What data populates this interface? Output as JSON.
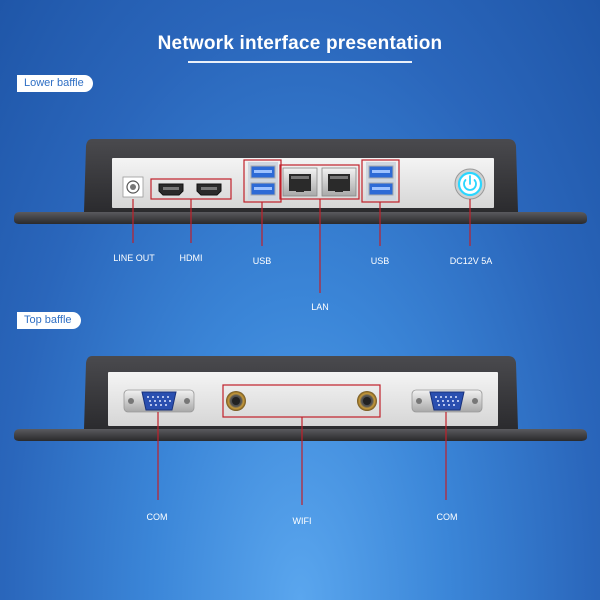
{
  "page": {
    "title": "Network interface presentation"
  },
  "panels": {
    "lower": {
      "label": "Lower baffle",
      "ports": {
        "line_out": "LINE OUT",
        "hdmi": "HDMI",
        "usb_left": "USB",
        "lan": "LAN",
        "usb_right": "USB",
        "power": "DC12V  5A"
      }
    },
    "top": {
      "label": "Top baffle",
      "ports": {
        "com_left": "COM",
        "wifi": "WIFI",
        "com_right": "COM"
      }
    }
  },
  "colors": {
    "background": "#2a66bb",
    "device": "#3a3a3d",
    "callout": "#c0202a",
    "vga_port": "#2a4fb0",
    "power_ring": "#2bd6ff"
  }
}
